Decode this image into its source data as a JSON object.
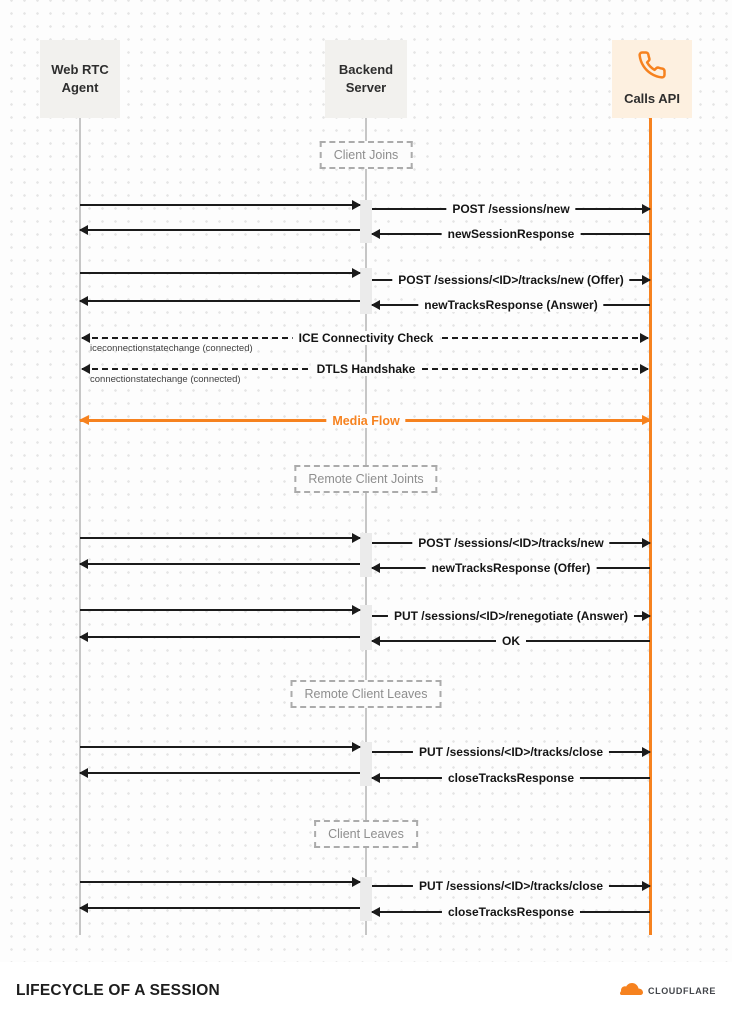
{
  "actors": {
    "webrtc": {
      "label": "Web RTC Agent"
    },
    "backend": {
      "label": "Backend Server"
    },
    "calls": {
      "label": "Calls API"
    }
  },
  "phases": {
    "client_joins": "Client Joins",
    "remote_client_joins": "Remote Client Joints",
    "remote_client_leaves": "Remote Client Leaves",
    "client_leaves": "Client Leaves"
  },
  "messages": {
    "post_sessions_new": "POST /sessions/new",
    "new_session_response": "newSessionResponse",
    "post_tracks_new_offer": "POST /sessions/<ID>/tracks/new (Offer)",
    "new_tracks_response_answer": "newTracksResponse (Answer)",
    "ice_connectivity_check": "ICE Connectivity Check",
    "ice_note": "iceconnectionstatechange (connected)",
    "dtls_handshake": "DTLS Handshake",
    "dtls_note": "connectionstatechange (connected)",
    "media_flow": "Media Flow",
    "post_tracks_new": "POST /sessions/<ID>/tracks/new",
    "new_tracks_response_offer": "newTracksResponse (Offer)",
    "put_renegotiate_answer": "PUT /sessions/<ID>/renegotiate (Answer)",
    "ok": "OK",
    "put_tracks_close": "PUT /sessions/<ID>/tracks/close",
    "close_tracks_response": "closeTracksResponse"
  },
  "footer": {
    "title": "LIFECYCLE OF A SESSION",
    "brand": "CLOUDFLARE"
  },
  "colors": {
    "accent_orange": "#f6821f",
    "arrow": "#1b1b1b"
  }
}
